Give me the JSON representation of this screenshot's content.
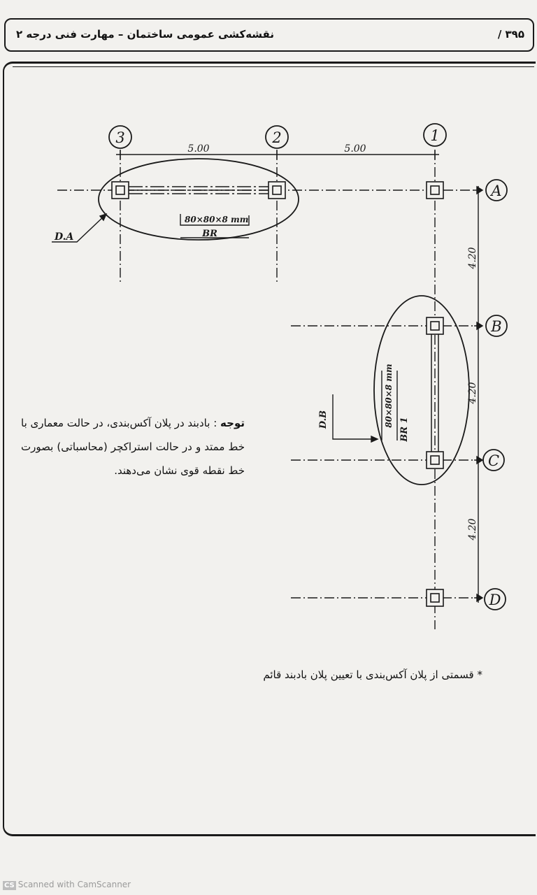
{
  "header": {
    "title": "نقشه‌کشی عمومی ساختمان – مهارت فنی درجه ۲",
    "page_number": "۳۹۵ /"
  },
  "grid": {
    "columns": [
      "3",
      "2",
      "1"
    ],
    "rows": [
      "A",
      "B",
      "C",
      "D"
    ],
    "spacing_x": [
      "5.00",
      "5.00"
    ],
    "spacing_y": [
      "4.20",
      "4.20",
      "4.20"
    ]
  },
  "detail_a": {
    "label": "D.A",
    "section": "80×80×8 mm",
    "brace": "BR"
  },
  "detail_b": {
    "label": "D.B",
    "section": "80×80×8 mm",
    "brace": "BR 1"
  },
  "note": {
    "label": "توجه",
    "text": ": بادبند در پلان آکس‌بندی، در حالت معماری با خط ممتد و در حالت استراکچر (محاسباتی) بصورت خط نقطه قوی نشان می‌دهند."
  },
  "caption": "* قسمتی از پلان آکس‌بندی با تعیین پلان بادبند قائم",
  "watermark": {
    "badge": "CS",
    "text": "Scanned with CamScanner"
  }
}
